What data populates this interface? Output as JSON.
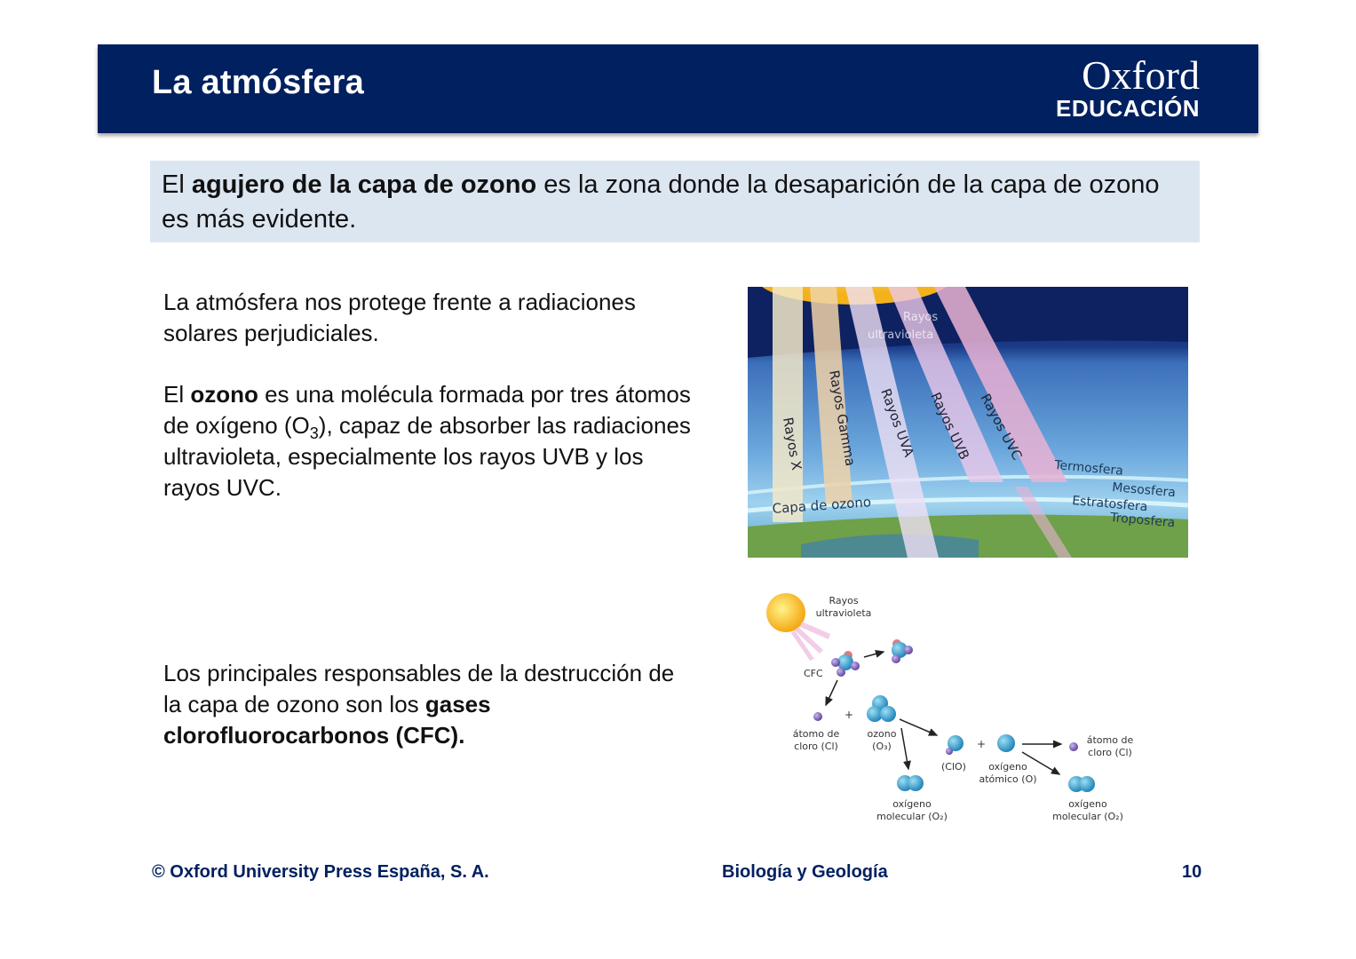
{
  "header": {
    "title": "La atmósfera",
    "logo_brand": "Oxford",
    "logo_sub": "EDUCACIÓN",
    "background_color": "#002060"
  },
  "callout": {
    "prefix": "El ",
    "bold": "agujero de la capa de ozono",
    "suffix": " es la zona donde la desaparición de la capa de ozono es más evidente.",
    "background_color": "#dce6f1"
  },
  "body": {
    "p1": "La atmósfera nos protege frente a radiaciones solares perjudiciales.",
    "p2": {
      "prefix": "El ",
      "bold": "ozono",
      "middle": " es una molécula formada por tres átomos de oxígeno (O",
      "subscript": "3",
      "suffix": "), capaz de absorber las radiaciones ultravioleta, especialmente los rayos UVB y los rayos UVC."
    },
    "p3": {
      "prefix": "Los principales responsables de la destrucción de la capa de ozono son los ",
      "bold": "gases clorofluorocarbonos (CFC)."
    }
  },
  "figure_atmosphere": {
    "uv_label_line1": "Rayos",
    "uv_label_line2": "ultravioleta",
    "rays": [
      "Rayos X",
      "Rayos Gamma",
      "Rayos UVA",
      "Rayos UVB",
      "Rayos UVC"
    ],
    "ozone_layer": "Capa de ozono",
    "layers": [
      "Termosfera",
      "Mesosfera",
      "Estratosfera",
      "Troposfera"
    ]
  },
  "figure_cfc": {
    "uv_line1": "Rayos",
    "uv_line2": "ultravioleta",
    "cfc": "CFC",
    "chlorine_line1": "átomo de",
    "chlorine_line2": "cloro (Cl)",
    "ozone_line1": "ozono",
    "ozone_line2": "(O₃)",
    "clo": "(ClO)",
    "atomic_oxygen_line1": "oxígeno",
    "atomic_oxygen_line2": "atómico (O)",
    "chlorine2_line1": "átomo de",
    "chlorine2_line2": "cloro (Cl)",
    "o2_line1": "oxígeno",
    "o2_line2": "molecular (O₂)",
    "o2b_line1": "oxígeno",
    "o2b_line2": "molecular (O₂)",
    "plus": "+"
  },
  "footer": {
    "copyright": "© Oxford University Press España, S. A.",
    "subject": "Biología y  Geología",
    "page": "10"
  }
}
